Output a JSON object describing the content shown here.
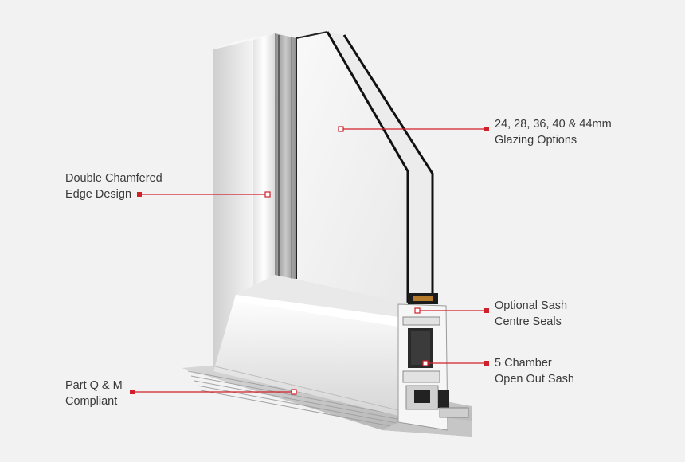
{
  "diagram": {
    "accent_color": "#d0202a",
    "callouts": {
      "chamfer": {
        "line1": "Double Chamfered",
        "line2": "Edge Design"
      },
      "glazing": {
        "line1": "24, 28, 36, 40 & 44mm",
        "line2": "Glazing Options"
      },
      "seals": {
        "line1": "Optional Sash",
        "line2": "Centre Seals"
      },
      "chamber": {
        "line1": "5 Chamber",
        "line2": "Open Out Sash"
      },
      "partq": {
        "line1": "Part Q & M",
        "line2": "Compliant"
      }
    }
  }
}
